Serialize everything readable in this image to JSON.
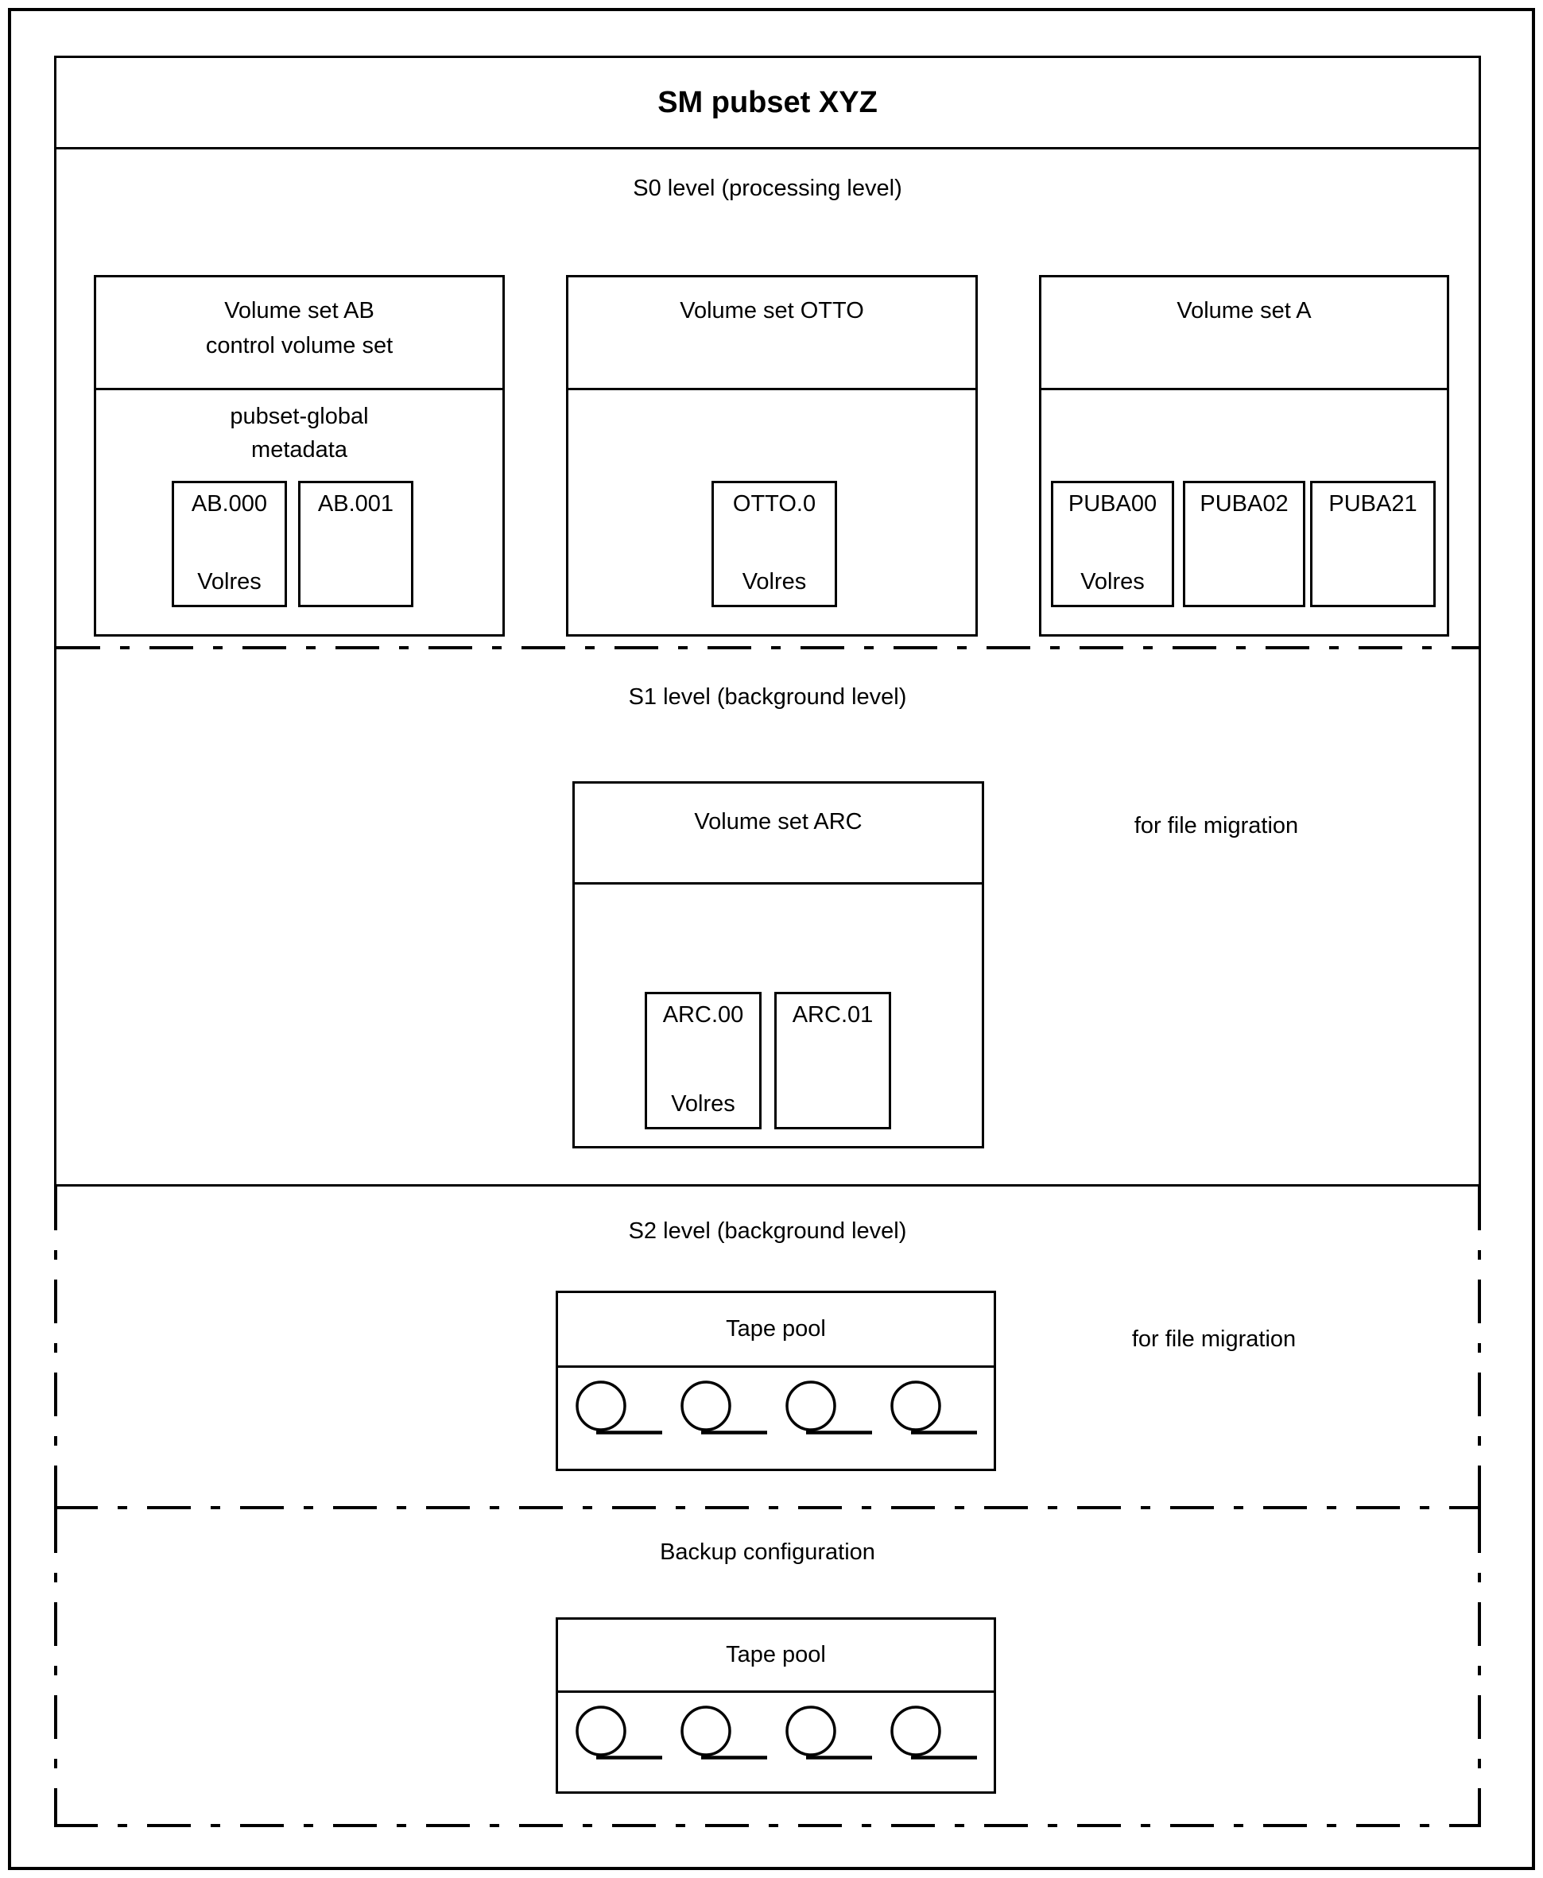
{
  "title": "SM pubset XYZ",
  "s0": {
    "label": "S0 level (processing level)",
    "sets": [
      {
        "title_line1": "Volume set AB",
        "title_line2": "control volume set",
        "note_line1": "pubset-global",
        "note_line2": "metadata",
        "vols": [
          {
            "id": "AB.000",
            "volres": "Volres"
          },
          {
            "id": "AB.001"
          }
        ]
      },
      {
        "title_line1": "Volume set OTTO",
        "vols": [
          {
            "id": "OTTO.0",
            "volres": "Volres"
          }
        ]
      },
      {
        "title_line1": "Volume set A",
        "vols": [
          {
            "id": "PUBA00",
            "volres": "Volres"
          },
          {
            "id": "PUBA02"
          },
          {
            "id": "PUBA21"
          }
        ]
      }
    ]
  },
  "s1": {
    "label": "S1 level (background level)",
    "migration_note": "for file migration",
    "set": {
      "title": "Volume set ARC",
      "vols": [
        {
          "id": "ARC.00",
          "volres": "Volres"
        },
        {
          "id": "ARC.01"
        }
      ]
    }
  },
  "s2": {
    "label": "S2 level (background level)",
    "migration_note": "for file migration",
    "tape_pool": {
      "title": "Tape pool",
      "tape_count": 4
    }
  },
  "backup": {
    "label": "Backup configuration",
    "tape_pool": {
      "title": "Tape pool",
      "tape_count": 4
    }
  },
  "colors": {
    "line": "#000000",
    "background": "#ffffff",
    "text": "#000000"
  }
}
